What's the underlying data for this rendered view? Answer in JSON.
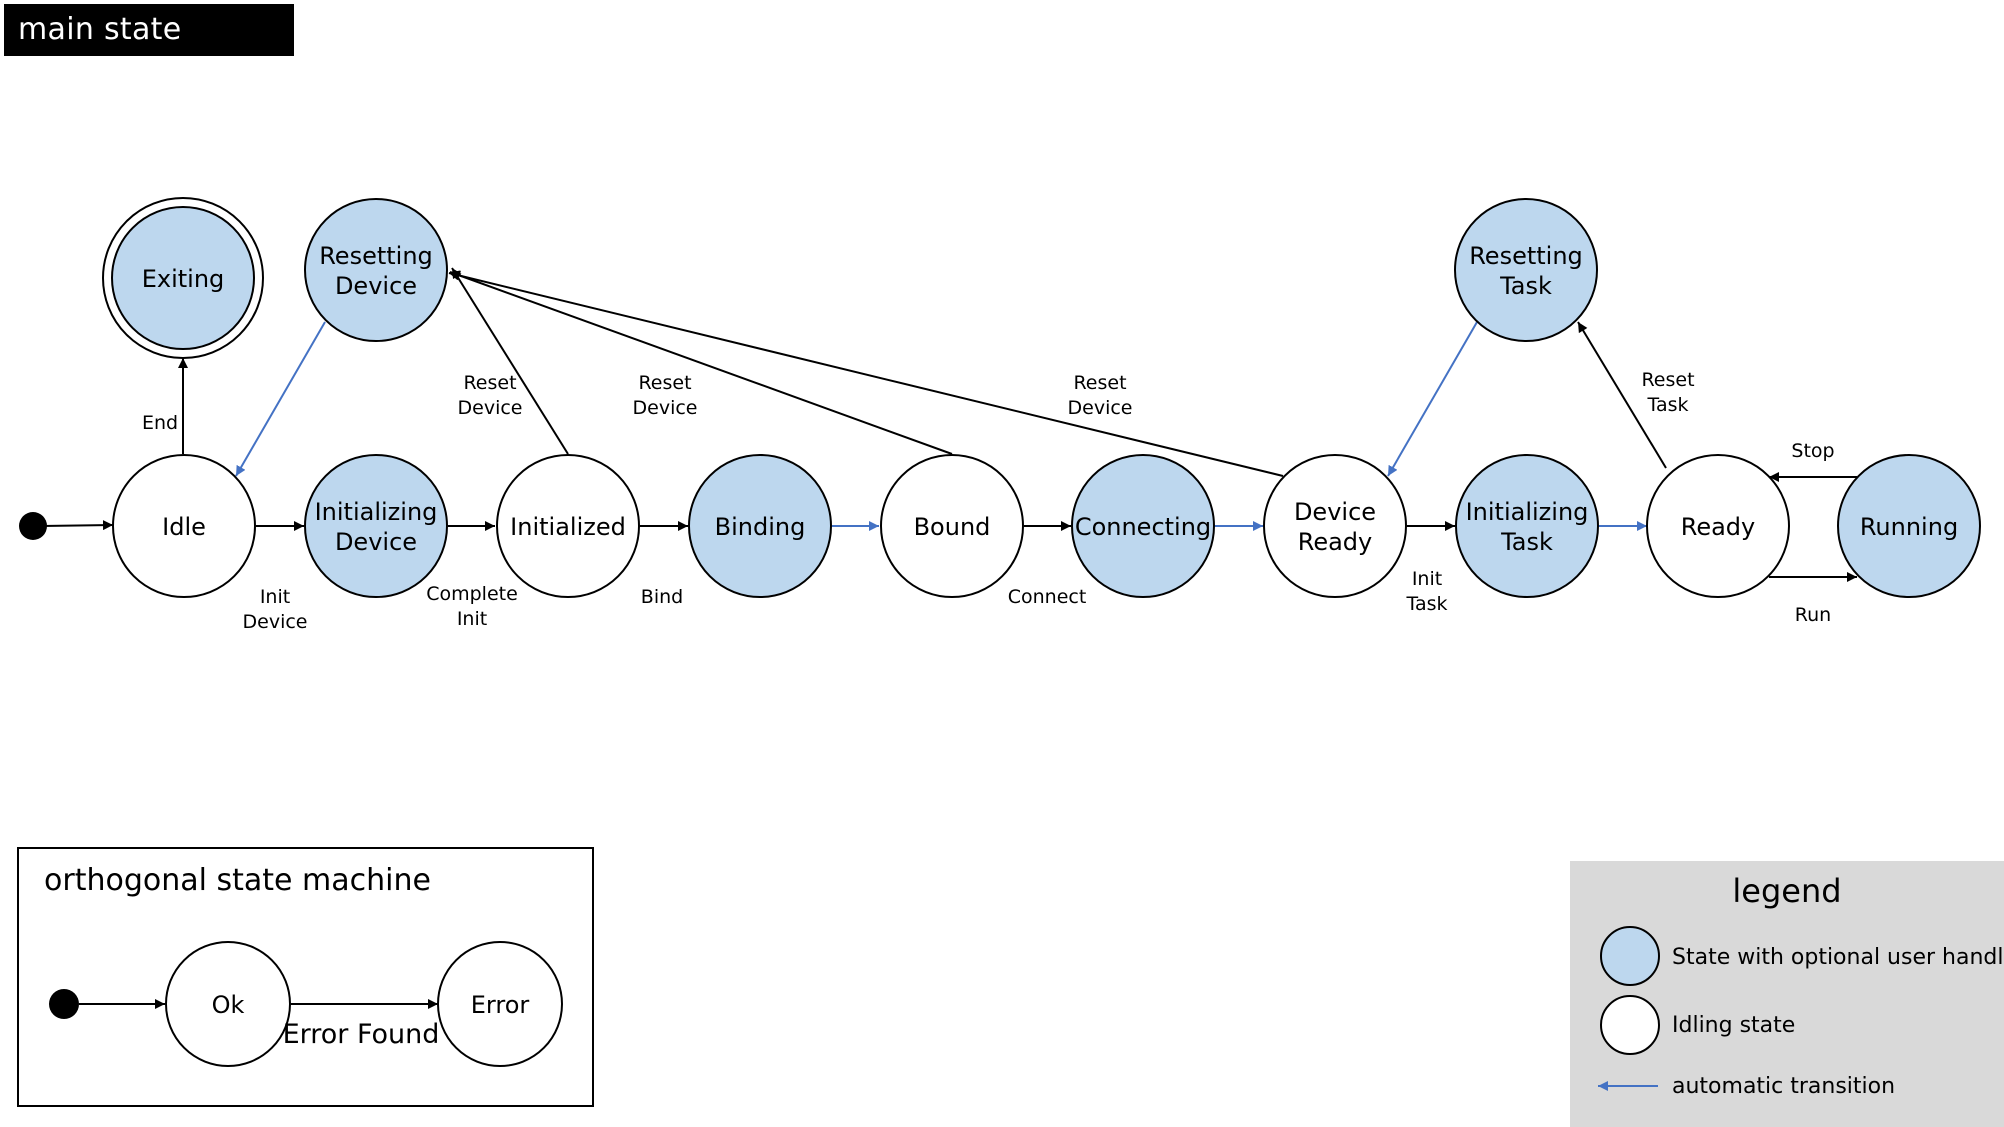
{
  "main_title": "main state machine",
  "colors": {
    "handler_fill": "#bdd7ee",
    "idle_fill": "#ffffff",
    "stroke": "#000000",
    "auto_arrow": "#4472c4",
    "legend_bg": "#d9d9d9"
  },
  "states": {
    "exiting": "Exiting",
    "resetting_device": [
      "Resetting",
      "Device"
    ],
    "idle": "Idle",
    "initializing_device": [
      "Initializing",
      "Device"
    ],
    "initialized": "Initialized",
    "binding": "Binding",
    "bound": "Bound",
    "connecting": "Connecting",
    "device_ready": [
      "Device",
      "Ready"
    ],
    "initializing_task": [
      "Initializing",
      "Task"
    ],
    "resetting_task": [
      "Resetting",
      "Task"
    ],
    "ready": "Ready",
    "running": "Running"
  },
  "transitions": {
    "end": "End",
    "init_device": [
      "Init",
      "Device"
    ],
    "complete_init": [
      "Complete",
      "Init"
    ],
    "bind": "Bind",
    "connect": "Connect",
    "init_task": [
      "Init",
      "Task"
    ],
    "reset_device_1": [
      "Reset",
      "Device"
    ],
    "reset_device_2": [
      "Reset",
      "Device"
    ],
    "reset_device_3": [
      "Reset",
      "Device"
    ],
    "reset_task": [
      "Reset",
      "Task"
    ],
    "stop": "Stop",
    "run": "Run"
  },
  "orthogonal": {
    "title": "orthogonal state machine",
    "ok": "Ok",
    "error": "Error",
    "error_found": "Error Found"
  },
  "legend": {
    "title": "legend",
    "handler_state": "State with optional user handler",
    "idling_state": "Idling state",
    "automatic_transition": "automatic transition"
  }
}
